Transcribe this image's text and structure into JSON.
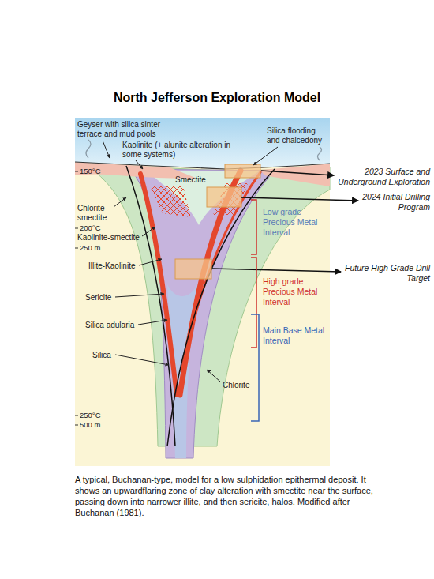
{
  "diagram": {
    "title": "North Jefferson Exploration Model",
    "caption": "A typical, Buchanan-type, model for a low sulphidation epithermal deposit. It shows an upwardflaring zone of clay alteration with smectite near the surface, passing down into narrower illite, and then sericite, halos. Modified after Buchanan (1981).",
    "labels": [
      "Geyser with silica sinter terrace and mud pools",
      "Kaolinite (+ alunite alteration in some systems)",
      "Silica flooding and chalcedony",
      "150°C",
      "Smectite",
      "2023 Surface and Underground Exploration",
      "2024 Initial Drilling Program",
      "Chlorite-smectite",
      "Low grade Precious Metal Interval",
      "200°C",
      "Kaolinite-smectite",
      "250 m",
      "Illite-Kaolinite",
      "Future High Grade Drill Target",
      "High grade Precious Metal Interval",
      "Sericite",
      "Silica adularia",
      "Main Base Metal Interval",
      "Silica",
      "Chlorite",
      "250°C",
      "500 m"
    ]
  }
}
